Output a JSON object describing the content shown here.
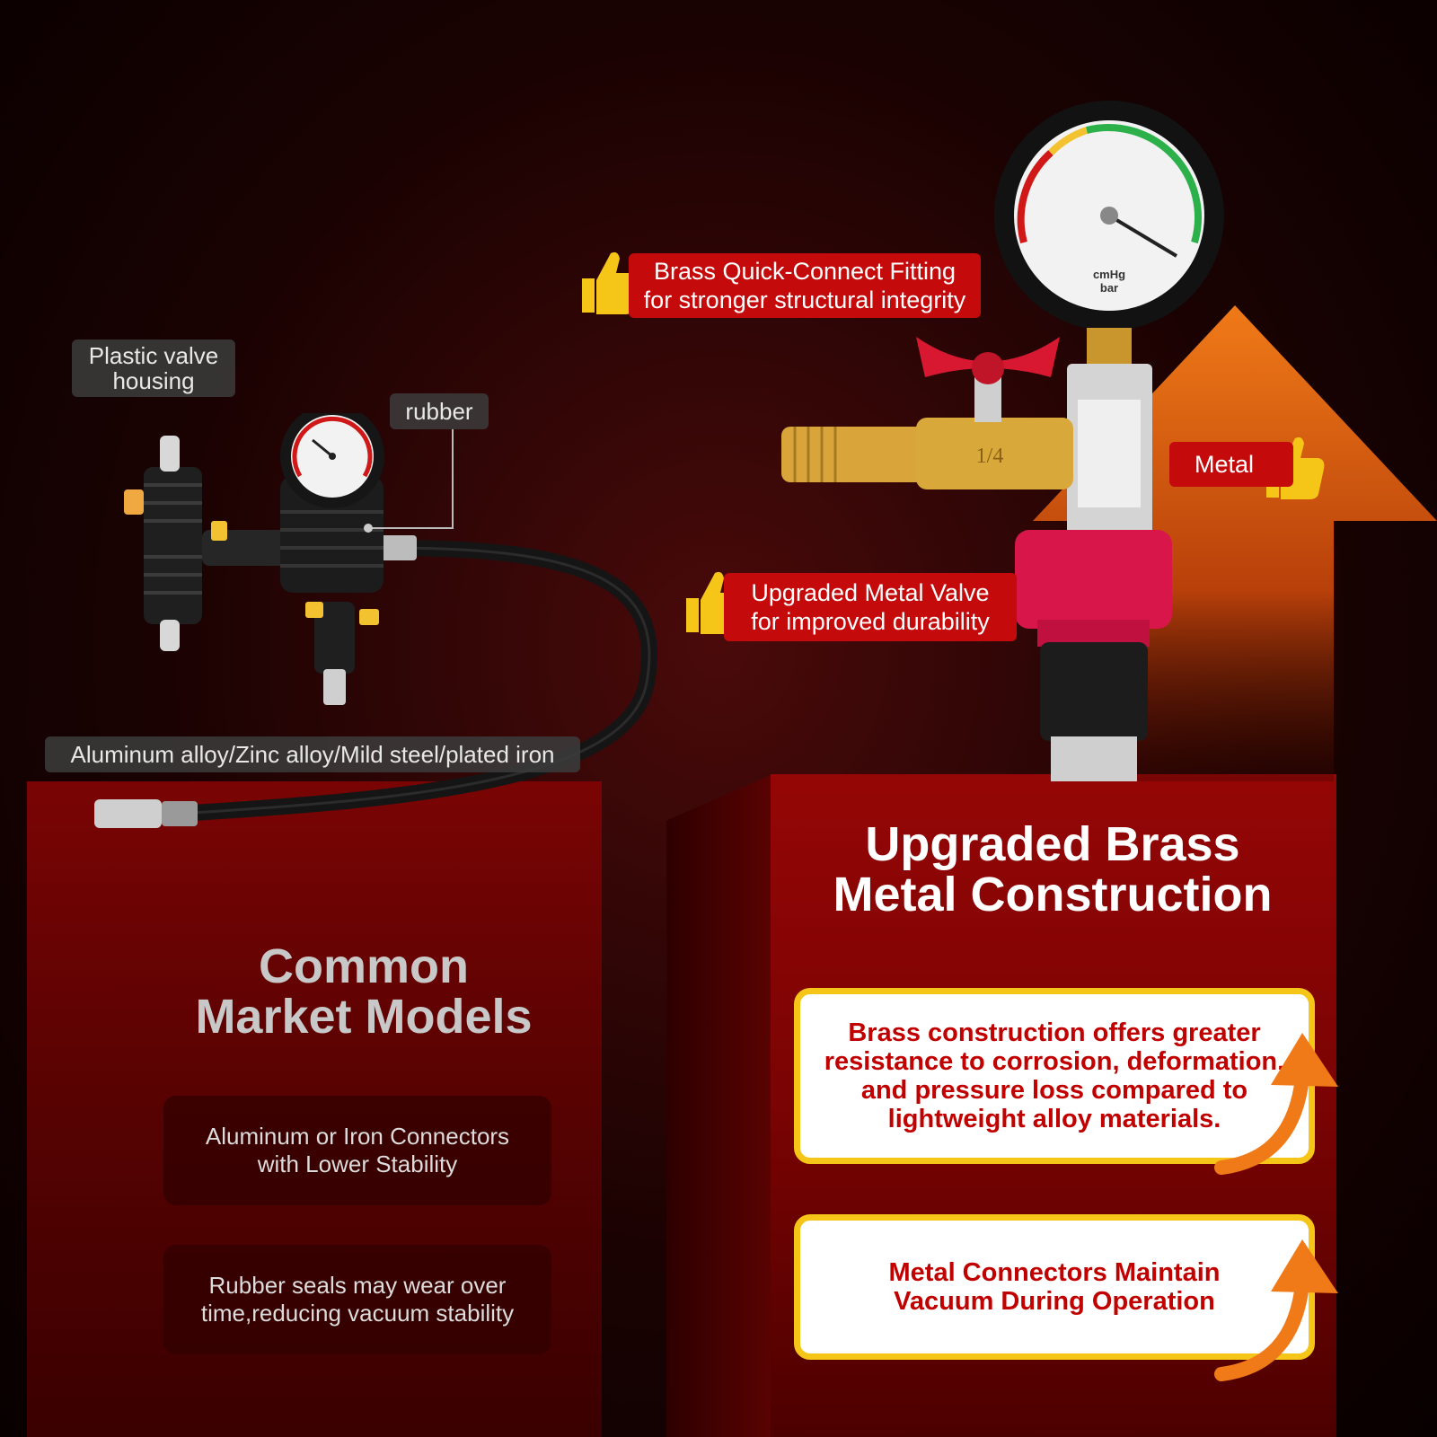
{
  "left_product": {
    "label_housing": "Plastic valve housing",
    "label_rubber": "rubber",
    "label_material": "Aluminum alloy/Zinc alloy/Mild steel/plated iron",
    "heading": "Common Market Models",
    "points": [
      "Aluminum or Iron Connectors with Lower Stability",
      "Rubber seals may wear over time,reducing vacuum stability"
    ]
  },
  "right_product": {
    "callouts": [
      {
        "line1": "Brass Quick-Connect Fitting",
        "line2": "for stronger structural integrity"
      },
      {
        "line1": "Upgraded Metal Valve",
        "line2": "for improved durability"
      },
      {
        "line1": "Metal",
        "line2": ""
      }
    ],
    "heading": "Upgraded Brass Metal Construction",
    "points": [
      "Brass construction offers greater resistance to corrosion, deformation, and pressure loss compared to lightweight alloy materials.",
      "Metal Connectors Maintain Vacuum During Operation"
    ],
    "gauge_units": [
      "cmHg",
      "bar"
    ],
    "valve_marking": "1/4"
  },
  "colors": {
    "accent_red": "#c40a0a",
    "highlight_yellow": "#f5c518",
    "arrow_orange": "#f07a18"
  }
}
